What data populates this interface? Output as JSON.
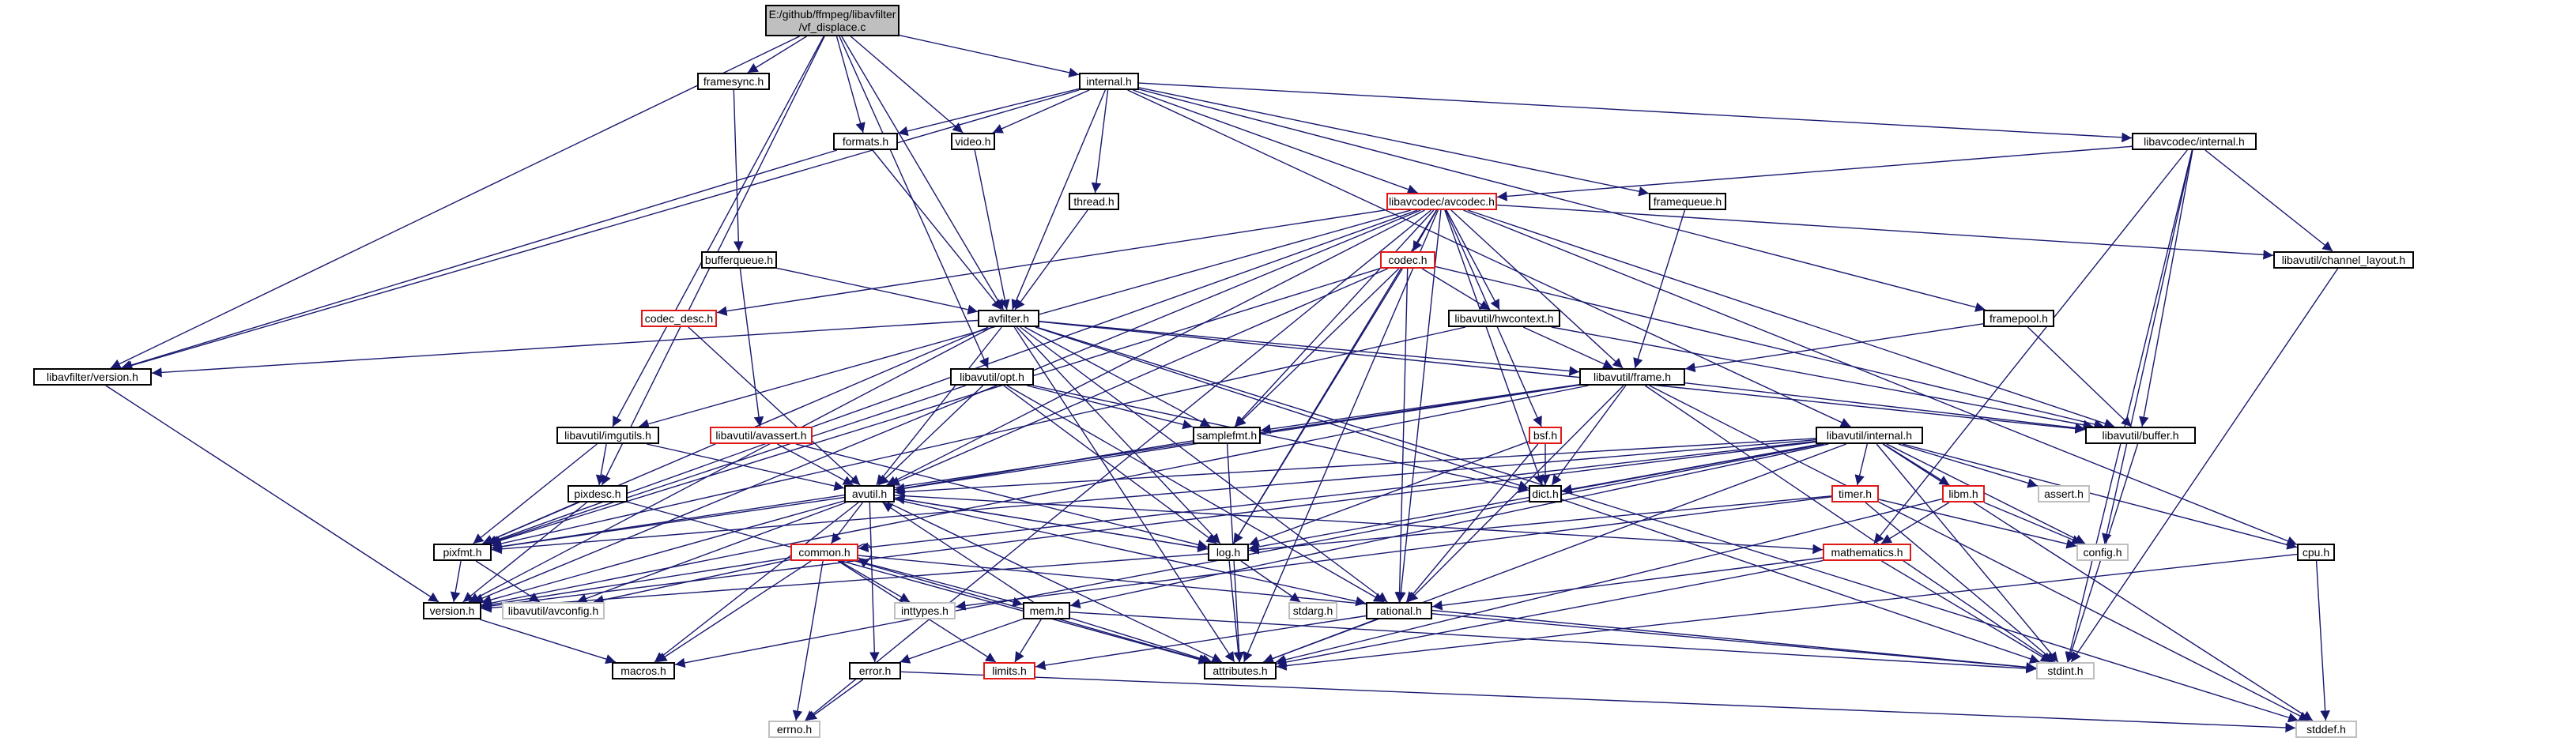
{
  "colors": {
    "edge": "#191970",
    "border_normal": "#000000",
    "border_incomplete": "#e01818",
    "border_external": "#bfbfbf",
    "root_fill": "#bfbfbf"
  },
  "nodes": [
    {
      "id": "vf_displace",
      "label": "E:/github/ffmpeg/libavfilter\n/vf_displace.c",
      "kind": "root"
    },
    {
      "id": "framesync",
      "label": "framesync.h",
      "kind": "normal"
    },
    {
      "id": "internal",
      "label": "internal.h",
      "kind": "normal"
    },
    {
      "id": "formats",
      "label": "formats.h",
      "kind": "normal"
    },
    {
      "id": "video",
      "label": "video.h",
      "kind": "normal"
    },
    {
      "id": "lavc_internal",
      "label": "libavcodec/internal.h",
      "kind": "normal"
    },
    {
      "id": "thread",
      "label": "thread.h",
      "kind": "normal"
    },
    {
      "id": "avcodec",
      "label": "libavcodec/avcodec.h",
      "kind": "incomplete"
    },
    {
      "id": "framequeue",
      "label": "framequeue.h",
      "kind": "normal"
    },
    {
      "id": "bufferqueue",
      "label": "bufferqueue.h",
      "kind": "normal"
    },
    {
      "id": "codec",
      "label": "codec.h",
      "kind": "incomplete"
    },
    {
      "id": "channel_layout",
      "label": "libavutil/channel_layout.h",
      "kind": "normal"
    },
    {
      "id": "codec_desc",
      "label": "codec_desc.h",
      "kind": "incomplete"
    },
    {
      "id": "avfilter",
      "label": "avfilter.h",
      "kind": "normal"
    },
    {
      "id": "hwcontext",
      "label": "libavutil/hwcontext.h",
      "kind": "normal"
    },
    {
      "id": "framepool",
      "label": "framepool.h",
      "kind": "normal"
    },
    {
      "id": "lavfi_version",
      "label": "libavfilter/version.h",
      "kind": "normal"
    },
    {
      "id": "opt",
      "label": "libavutil/opt.h",
      "kind": "normal"
    },
    {
      "id": "frame",
      "label": "libavutil/frame.h",
      "kind": "normal"
    },
    {
      "id": "buffer",
      "label": "libavutil/buffer.h",
      "kind": "normal"
    },
    {
      "id": "avassert",
      "label": "libavutil/avassert.h",
      "kind": "incomplete"
    },
    {
      "id": "samplefmt",
      "label": "samplefmt.h",
      "kind": "normal"
    },
    {
      "id": "bsf",
      "label": "bsf.h",
      "kind": "incomplete"
    },
    {
      "id": "imgutils",
      "label": "libavutil/imgutils.h",
      "kind": "normal"
    },
    {
      "id": "util_internal",
      "label": "libavutil/internal.h",
      "kind": "normal"
    },
    {
      "id": "pixdesc",
      "label": "pixdesc.h",
      "kind": "normal"
    },
    {
      "id": "avutil",
      "label": "avutil.h",
      "kind": "normal"
    },
    {
      "id": "dict",
      "label": "dict.h",
      "kind": "normal"
    },
    {
      "id": "timer",
      "label": "timer.h",
      "kind": "incomplete"
    },
    {
      "id": "libm",
      "label": "libm.h",
      "kind": "incomplete"
    },
    {
      "id": "assert",
      "label": "assert.h",
      "kind": "external"
    },
    {
      "id": "pixfmt",
      "label": "pixfmt.h",
      "kind": "normal"
    },
    {
      "id": "log",
      "label": "log.h",
      "kind": "normal"
    },
    {
      "id": "config",
      "label": "config.h",
      "kind": "external"
    },
    {
      "id": "cpu",
      "label": "cpu.h",
      "kind": "normal"
    },
    {
      "id": "common",
      "label": "common.h",
      "kind": "incomplete"
    },
    {
      "id": "mathematics",
      "label": "mathematics.h",
      "kind": "incomplete"
    },
    {
      "id": "version",
      "label": "version.h",
      "kind": "normal"
    },
    {
      "id": "avconfig",
      "label": "libavutil/avconfig.h",
      "kind": "external"
    },
    {
      "id": "inttypes",
      "label": "inttypes.h",
      "kind": "external"
    },
    {
      "id": "mem",
      "label": "mem.h",
      "kind": "normal"
    },
    {
      "id": "stdarg",
      "label": "stdarg.h",
      "kind": "external"
    },
    {
      "id": "rational",
      "label": "rational.h",
      "kind": "normal"
    },
    {
      "id": "macros",
      "label": "macros.h",
      "kind": "normal"
    },
    {
      "id": "error",
      "label": "error.h",
      "kind": "normal"
    },
    {
      "id": "limits",
      "label": "limits.h",
      "kind": "incomplete"
    },
    {
      "id": "attributes",
      "label": "attributes.h",
      "kind": "normal"
    },
    {
      "id": "stdint",
      "label": "stdint.h",
      "kind": "external"
    },
    {
      "id": "errno",
      "label": "errno.h",
      "kind": "external"
    },
    {
      "id": "stddef",
      "label": "stddef.h",
      "kind": "external"
    }
  ],
  "edges": [
    [
      "vf_displace",
      "framesync"
    ],
    [
      "vf_displace",
      "internal"
    ],
    [
      "vf_displace",
      "formats"
    ],
    [
      "vf_displace",
      "video"
    ],
    [
      "vf_displace",
      "avfilter"
    ],
    [
      "vf_displace",
      "opt"
    ],
    [
      "vf_displace",
      "pixdesc"
    ],
    [
      "vf_displace",
      "imgutils"
    ],
    [
      "vf_displace",
      "lavfi_version"
    ],
    [
      "framesync",
      "bufferqueue"
    ],
    [
      "internal",
      "formats"
    ],
    [
      "internal",
      "video"
    ],
    [
      "internal",
      "thread"
    ],
    [
      "internal",
      "avfilter"
    ],
    [
      "internal",
      "avcodec"
    ],
    [
      "internal",
      "framequeue"
    ],
    [
      "internal",
      "framepool"
    ],
    [
      "internal",
      "lavc_internal"
    ],
    [
      "internal",
      "util_internal"
    ],
    [
      "internal",
      "lavfi_version"
    ],
    [
      "formats",
      "avfilter"
    ],
    [
      "formats",
      "lavfi_version"
    ],
    [
      "video",
      "avfilter"
    ],
    [
      "thread",
      "avfilter"
    ],
    [
      "bufferqueue",
      "avfilter"
    ],
    [
      "bufferqueue",
      "avassert"
    ],
    [
      "lavc_internal",
      "avcodec"
    ],
    [
      "lavc_internal",
      "channel_layout"
    ],
    [
      "lavc_internal",
      "buffer"
    ],
    [
      "lavc_internal",
      "mathematics"
    ],
    [
      "lavc_internal",
      "config"
    ],
    [
      "lavc_internal",
      "stdint"
    ],
    [
      "avcodec",
      "codec"
    ],
    [
      "avcodec",
      "codec_desc"
    ],
    [
      "avcodec",
      "hwcontext"
    ],
    [
      "avcodec",
      "frame"
    ],
    [
      "avcodec",
      "samplefmt"
    ],
    [
      "avcodec",
      "bsf"
    ],
    [
      "avcodec",
      "dict"
    ],
    [
      "avcodec",
      "log"
    ],
    [
      "avcodec",
      "pixfmt"
    ],
    [
      "avcodec",
      "rational"
    ],
    [
      "avcodec",
      "attributes"
    ],
    [
      "avcodec",
      "avutil"
    ],
    [
      "avcodec",
      "buffer"
    ],
    [
      "avcodec",
      "channel_layout"
    ],
    [
      "avcodec",
      "cpu"
    ],
    [
      "avcodec",
      "version"
    ],
    [
      "avcodec",
      "errno"
    ],
    [
      "avcodec",
      "imgutils"
    ],
    [
      "codec",
      "hwcontext"
    ],
    [
      "codec",
      "samplefmt"
    ],
    [
      "codec",
      "log"
    ],
    [
      "codec",
      "avutil"
    ],
    [
      "codec",
      "pixfmt"
    ],
    [
      "codec",
      "rational"
    ],
    [
      "codec",
      "buffer"
    ],
    [
      "codec_desc",
      "avutil"
    ],
    [
      "framequeue",
      "frame"
    ],
    [
      "framepool",
      "frame"
    ],
    [
      "framepool",
      "buffer"
    ],
    [
      "avfilter",
      "frame"
    ],
    [
      "avfilter",
      "samplefmt"
    ],
    [
      "avfilter",
      "avutil"
    ],
    [
      "avfilter",
      "dict"
    ],
    [
      "avfilter",
      "log"
    ],
    [
      "avfilter",
      "pixfmt"
    ],
    [
      "avfilter",
      "rational"
    ],
    [
      "avfilter",
      "attributes"
    ],
    [
      "avfilter",
      "buffer"
    ],
    [
      "avfilter",
      "lavfi_version"
    ],
    [
      "avfilter",
      "version"
    ],
    [
      "avfilter",
      "stddef"
    ],
    [
      "hwcontext",
      "frame"
    ],
    [
      "hwcontext",
      "buffer"
    ],
    [
      "hwcontext",
      "pixfmt"
    ],
    [
      "opt",
      "avutil"
    ],
    [
      "opt",
      "dict"
    ],
    [
      "opt",
      "log"
    ],
    [
      "opt",
      "pixfmt"
    ],
    [
      "opt",
      "rational"
    ],
    [
      "opt",
      "samplefmt"
    ],
    [
      "frame",
      "avutil"
    ],
    [
      "frame",
      "buffer"
    ],
    [
      "frame",
      "dict"
    ],
    [
      "frame",
      "rational"
    ],
    [
      "frame",
      "samplefmt"
    ],
    [
      "frame",
      "pixfmt"
    ],
    [
      "frame",
      "version"
    ],
    [
      "frame",
      "stdint"
    ],
    [
      "frame",
      "stddef"
    ],
    [
      "samplefmt",
      "avutil"
    ],
    [
      "samplefmt",
      "attributes"
    ],
    [
      "bsf",
      "dict"
    ],
    [
      "bsf",
      "log"
    ],
    [
      "bsf",
      "rational"
    ],
    [
      "avassert",
      "avutil"
    ],
    [
      "avassert",
      "log"
    ],
    [
      "imgutils",
      "avutil"
    ],
    [
      "imgutils",
      "pixdesc"
    ],
    [
      "imgutils",
      "pixfmt"
    ],
    [
      "pixdesc",
      "attributes"
    ],
    [
      "pixdesc",
      "pixfmt"
    ],
    [
      "pixdesc",
      "version"
    ],
    [
      "util_internal",
      "dict"
    ],
    [
      "util_internal",
      "timer"
    ],
    [
      "util_internal",
      "libm"
    ],
    [
      "util_internal",
      "assert"
    ],
    [
      "util_internal",
      "config"
    ],
    [
      "util_internal",
      "cpu"
    ],
    [
      "util_internal",
      "pixfmt"
    ],
    [
      "util_internal",
      "log"
    ],
    [
      "util_internal",
      "common"
    ],
    [
      "util_internal",
      "mem"
    ],
    [
      "util_internal",
      "version"
    ],
    [
      "util_internal",
      "attributes"
    ],
    [
      "util_internal",
      "stdint"
    ],
    [
      "util_internal",
      "stddef"
    ],
    [
      "util_internal",
      "avutil"
    ],
    [
      "util_internal",
      "macros"
    ],
    [
      "avutil",
      "common"
    ],
    [
      "avutil",
      "error"
    ],
    [
      "avutil",
      "version"
    ],
    [
      "avutil",
      "macros"
    ],
    [
      "avutil",
      "mathematics"
    ],
    [
      "avutil",
      "rational"
    ],
    [
      "avutil",
      "log"
    ],
    [
      "avutil",
      "pixfmt"
    ],
    [
      "avutil",
      "attributes"
    ],
    [
      "avutil",
      "avconfig"
    ],
    [
      "timer",
      "config"
    ],
    [
      "timer",
      "log"
    ],
    [
      "timer",
      "stdint"
    ],
    [
      "timer",
      "inttypes"
    ],
    [
      "libm",
      "mathematics"
    ],
    [
      "libm",
      "config"
    ],
    [
      "libm",
      "attributes"
    ],
    [
      "common",
      "inttypes"
    ],
    [
      "common",
      "mem"
    ],
    [
      "common",
      "macros"
    ],
    [
      "common",
      "attributes"
    ],
    [
      "common",
      "version"
    ],
    [
      "common",
      "limits"
    ],
    [
      "common",
      "stdint"
    ],
    [
      "common",
      "errno"
    ],
    [
      "common",
      "avconfig"
    ],
    [
      "common",
      "common"
    ],
    [
      "mathematics",
      "rational"
    ],
    [
      "mathematics",
      "attributes"
    ],
    [
      "mathematics",
      "stdint"
    ],
    [
      "log",
      "avutil"
    ],
    [
      "log",
      "attributes"
    ],
    [
      "log",
      "stdarg"
    ],
    [
      "log",
      "version"
    ],
    [
      "mem",
      "avutil"
    ],
    [
      "mem",
      "error"
    ],
    [
      "mem",
      "limits"
    ],
    [
      "mem",
      "attributes"
    ],
    [
      "mem",
      "stdint"
    ],
    [
      "rational",
      "attributes"
    ],
    [
      "rational",
      "limits"
    ],
    [
      "rational",
      "stdint"
    ],
    [
      "error",
      "errno"
    ],
    [
      "error",
      "stddef"
    ],
    [
      "cpu",
      "attributes"
    ],
    [
      "cpu",
      "stddef"
    ],
    [
      "pixfmt",
      "version"
    ],
    [
      "pixfmt",
      "avconfig"
    ],
    [
      "version",
      "macros"
    ],
    [
      "lavfi_version",
      "version"
    ],
    [
      "dict",
      "stdint"
    ],
    [
      "buffer",
      "stdint"
    ],
    [
      "channel_layout",
      "stdint"
    ]
  ]
}
